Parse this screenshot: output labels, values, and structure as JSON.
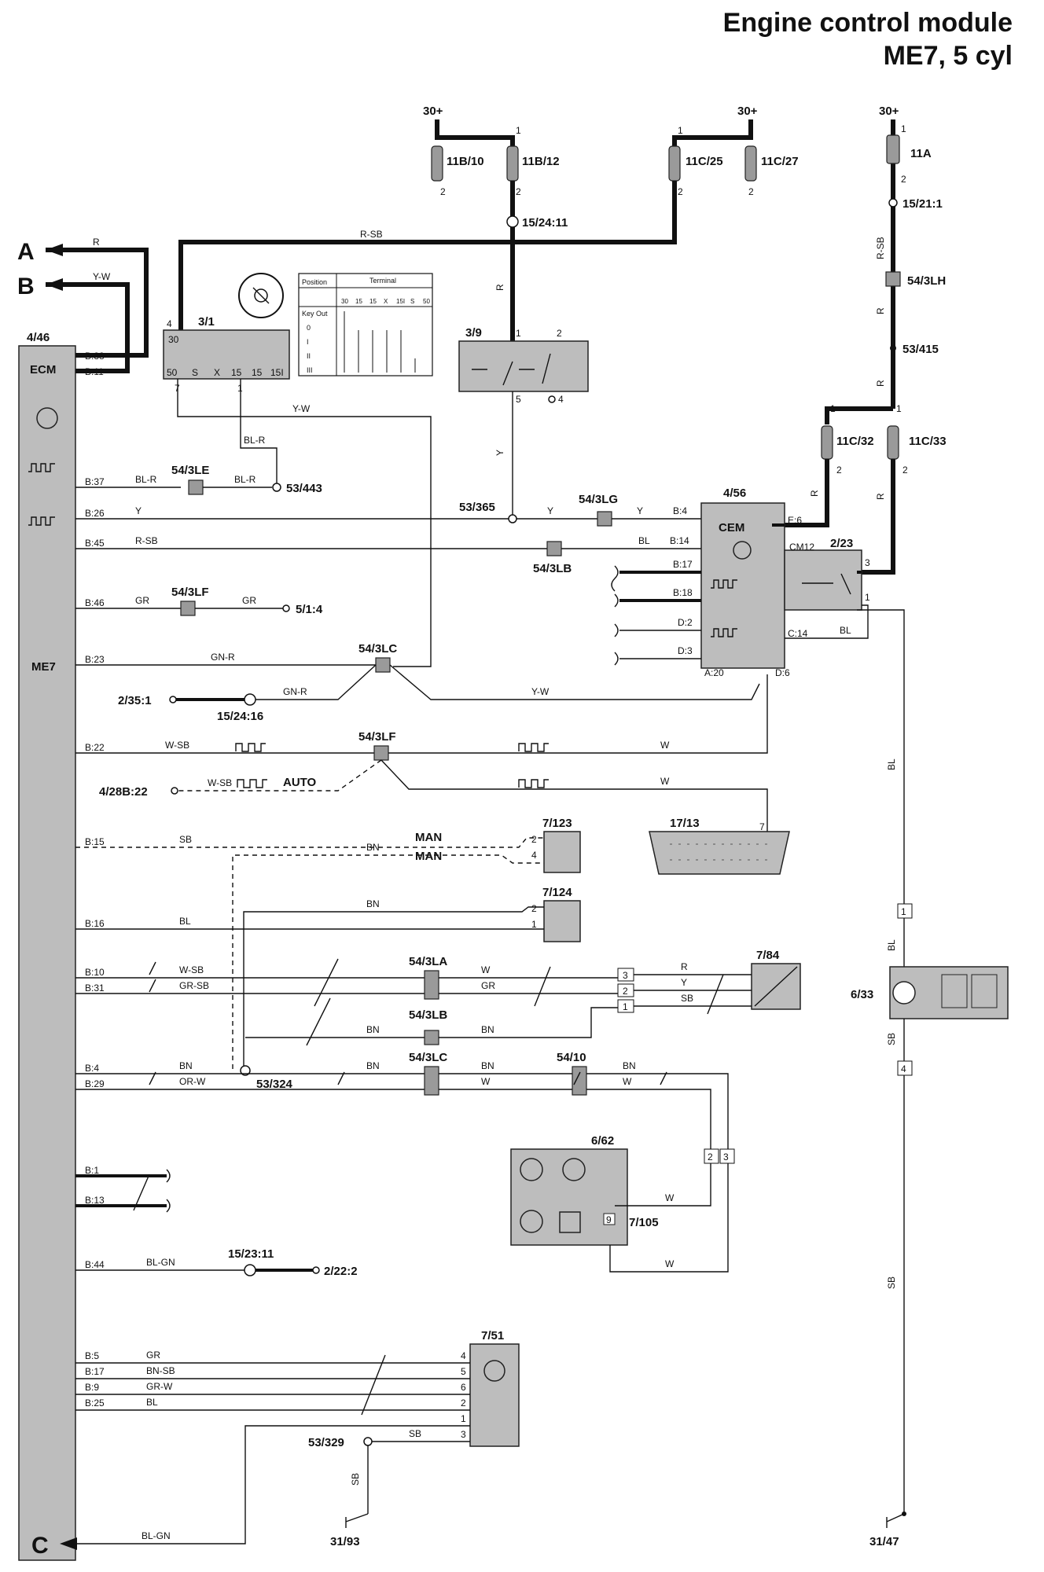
{
  "title": "Engine control module",
  "subtitle": "ME7, 5 cyl",
  "refs": {
    "A": "A",
    "B": "B",
    "C": "C"
  },
  "power": {
    "p1": "30+",
    "p2": "30+",
    "p3": "30+"
  },
  "fuses": {
    "f11B10": "11B/10",
    "f11B12": "11B/12",
    "f11C25": "11C/25",
    "f11C27": "11C/27",
    "f11A": "11A",
    "f11C32": "11C/32",
    "f11C33": "11C/33"
  },
  "pins": {
    "one": "1",
    "two": "2",
    "three": "3",
    "four": "4",
    "five": "5",
    "six": "6",
    "seven": "7",
    "nine": "9"
  },
  "nodes": {
    "n15_24_11": "15/24:11",
    "n15_21_1": "15/21:1",
    "n54_3LH": "54/3LH",
    "n53_415": "53/415",
    "n53_443": "53/443",
    "n53_365": "53/365",
    "n5_1_4": "5/1:4",
    "n2_35_1": "2/35:1",
    "n15_24_16": "15/24:16",
    "n4_28B_22": "4/28B:22",
    "n53_324": "53/324",
    "n15_23_11": "15/23:11",
    "n2_22_2": "2/22:2",
    "n53_329": "53/329",
    "n31_93": "31/93",
    "n31_47": "31/47"
  },
  "splices": {
    "s54_3LE": "54/3LE",
    "s54_3LG": "54/3LG",
    "s54_3LB": "54/3LB",
    "s54_3LF": "54/3LF",
    "s54_3LC": "54/3LC",
    "s54_3LA": "54/3LA",
    "s54_10": "54/10"
  },
  "components": {
    "ecm": "4/46",
    "ecm_label": "ECM",
    "me7": "ME7",
    "ignition": "3/1",
    "switch39": "3/9",
    "cem": "4/56",
    "cem_label": "CEM",
    "relay": "2/23",
    "c7_123": "7/123",
    "c7_124": "7/124",
    "c17_13": "17/13",
    "c7_84": "7/84",
    "c6_33": "6/33",
    "c6_62": "6/62",
    "c7_105": "7/105",
    "c7_51": "7/51"
  },
  "ignition_table": {
    "position": "Position",
    "terminal": "Terminal",
    "cols": [
      "30",
      "15",
      "15",
      "X",
      "15I",
      "S",
      "50"
    ],
    "rows": [
      "Key Out",
      "0",
      "I",
      "II",
      "III"
    ]
  },
  "ignition_pins": {
    "t30": "30",
    "t50": "50",
    "tS": "S",
    "tX": "X",
    "t15": "15",
    "t15b": "15",
    "t15I": "15I"
  },
  "ecm_pins": [
    "B:38",
    "B:11",
    "B:37",
    "B:26",
    "B:45",
    "B:46",
    "B:23",
    "B:22",
    "B:15",
    "B:16",
    "B:10",
    "B:31",
    "B:4",
    "B:29",
    "B:1",
    "B:13",
    "B:44",
    "B:5",
    "B:17",
    "B:9",
    "B:25"
  ],
  "cem_pins": {
    "b4": "B:4",
    "b14": "B:14",
    "b17": "B:17",
    "b18": "B:18",
    "d2": "D:2",
    "d3": "D:3",
    "e6": "E:6",
    "cm12": "CM12",
    "c14": "C:14",
    "a20": "A:20",
    "d6": "D:6"
  },
  "colors": {
    "R": "R",
    "Y_W": "Y-W",
    "R_SB": "R-SB",
    "Y": "Y",
    "BL_R": "BL-R",
    "BL": "BL",
    "GR": "GR",
    "GN_R": "GN-R",
    "W_SB": "W-SB",
    "W": "W",
    "SB": "SB",
    "BN": "BN",
    "GR_SB": "GR-SB",
    "OR_W": "OR-W",
    "BL_GN": "BL-GN",
    "BN_SB": "BN-SB",
    "GR_W": "GR-W"
  },
  "misc": {
    "auto": "AUTO",
    "man": "MAN"
  },
  "palette": {
    "ink": "#111111",
    "component": "#bdbdbd",
    "connector": "#9a9a9a",
    "paper": "#ffffff"
  }
}
